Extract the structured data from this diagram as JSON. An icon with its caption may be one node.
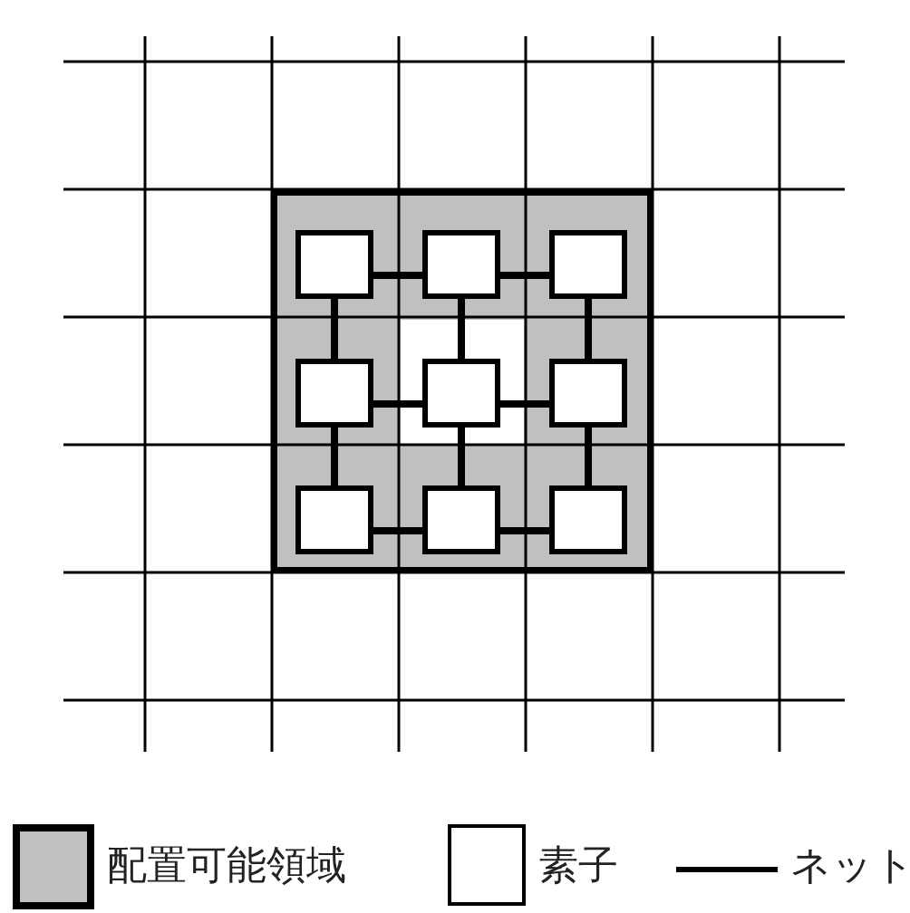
{
  "diagram": {
    "nodes": [
      {
        "text": [],
        "shape": "box"
      },
      {
        "text": [],
        "shape": "box",
        "in": 0
      },
      {
        "text": [],
        "shape": "box",
        "in": 0
      },
      {
        "text": [],
        "shape": "box",
        "in": 0
      },
      {
        "text": [],
        "shape": "box",
        "in": 0
      },
      {
        "text": [],
        "shape": "box",
        "in": 0
      },
      {
        "text": [],
        "shape": "box",
        "in": 0
      },
      {
        "text": [],
        "shape": "box",
        "in": 0
      },
      {
        "text": [],
        "shape": "box",
        "in": 0
      },
      {
        "text": [],
        "shape": "box",
        "in": 0
      }
    ],
    "edges": [
      {
        "from": 1,
        "to": 2,
        "arrow": "none"
      },
      {
        "from": 2,
        "to": 3,
        "arrow": "none"
      },
      {
        "from": 1,
        "to": 4,
        "arrow": "none"
      },
      {
        "from": 2,
        "to": 5,
        "arrow": "none"
      },
      {
        "from": 3,
        "to": 6,
        "arrow": "none"
      },
      {
        "from": 4,
        "to": 5,
        "arrow": "none"
      },
      {
        "from": 5,
        "to": 6,
        "arrow": "none"
      },
      {
        "from": 4,
        "to": 7,
        "arrow": "none"
      },
      {
        "from": 5,
        "to": 8,
        "arrow": "none"
      },
      {
        "from": 6,
        "to": 9,
        "arrow": "none"
      },
      {
        "from": 7,
        "to": 8,
        "arrow": "none"
      },
      {
        "from": 8,
        "to": 9,
        "arrow": "none"
      }
    ],
    "legend": [
      {
        "text": "配置可能領域",
        "color": "#c0c0c0"
      },
      {
        "text": "素子",
        "color": "#ffffff"
      },
      {
        "text": "ネット"
      }
    ]
  }
}
